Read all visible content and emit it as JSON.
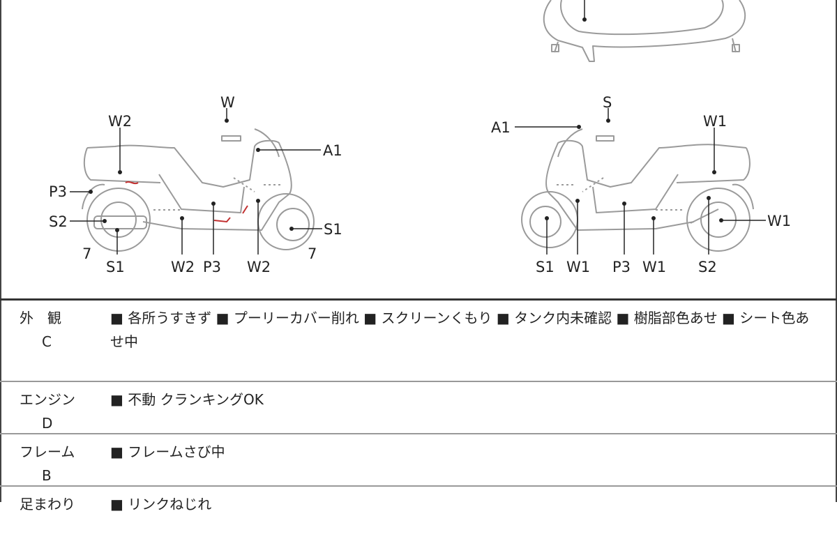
{
  "diagram_left": {
    "labels": {
      "w_top": "W",
      "w2_top": "W2",
      "a1": "A1",
      "p3_side": "P3",
      "s2": "S2",
      "s1_right": "S1",
      "seven_left": "7",
      "seven_right": "7",
      "s1_bottom": "S1",
      "w2_bottom1": "W2",
      "p3_bottom": "P3",
      "w2_bottom2": "W2"
    }
  },
  "diagram_right": {
    "labels": {
      "a1": "A1",
      "s_top": "S",
      "w1_top": "W1",
      "w1_side": "W1",
      "s1_bottom": "S1",
      "w1_bottom1": "W1",
      "p3_bottom": "P3",
      "w1_bottom2": "W1",
      "s2_bottom": "S2"
    }
  },
  "colors": {
    "damage_mark": "#c23030",
    "outline": "#9a9a9a"
  },
  "table": {
    "rows": [
      {
        "category": "外　観",
        "grade": "C",
        "notes": "■ 各所うすきず ■ プーリーカバー削れ ■ スクリーンくもり ■ タンク内未確認 ■ 樹脂部色あせ ■ シート色あせ中"
      },
      {
        "category": "エンジン",
        "grade": "D",
        "notes": "■ 不動 クランキングOK"
      },
      {
        "category": "フレーム",
        "grade": "B",
        "notes": "■ フレームさび中"
      },
      {
        "category": "足まわり",
        "grade": "",
        "notes": "■ リンクねじれ"
      }
    ]
  }
}
